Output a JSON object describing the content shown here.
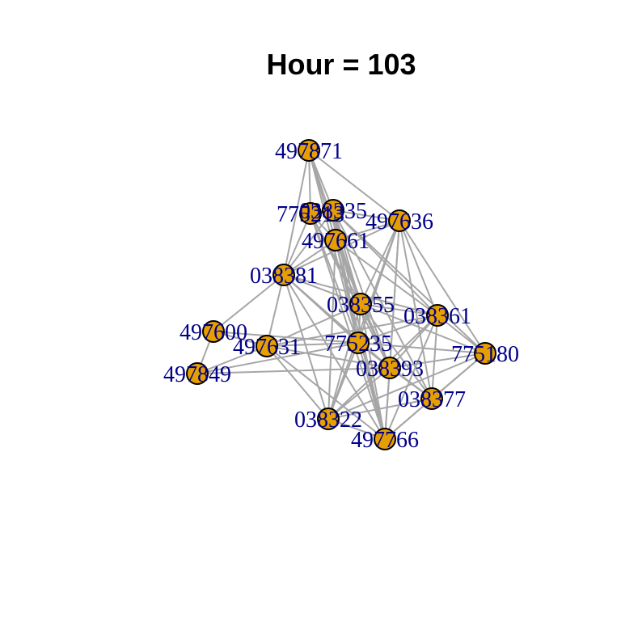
{
  "title": "Hour = 103",
  "colors": {
    "node_fill": "#E69F00",
    "node_stroke": "#000000",
    "edge": "#A6A6A6",
    "label": "#00008B",
    "background": "#FFFFFF"
  },
  "nodes": [
    {
      "id": "497871",
      "label": "497871"
    },
    {
      "id": "775213",
      "label": "775213"
    },
    {
      "id": "038335",
      "label": "038335"
    },
    {
      "id": "497636",
      "label": "497636"
    },
    {
      "id": "497661",
      "label": "497661"
    },
    {
      "id": "038381",
      "label": "038381"
    },
    {
      "id": "038355",
      "label": "038355"
    },
    {
      "id": "038361",
      "label": "038361"
    },
    {
      "id": "497600",
      "label": "497600"
    },
    {
      "id": "497631",
      "label": "497631"
    },
    {
      "id": "775235",
      "label": "775235"
    },
    {
      "id": "775180",
      "label": "775180"
    },
    {
      "id": "497849",
      "label": "497849"
    },
    {
      "id": "038393",
      "label": "038393"
    },
    {
      "id": "038377",
      "label": "038377"
    },
    {
      "id": "038322",
      "label": "038322"
    },
    {
      "id": "497766",
      "label": "497766"
    }
  ],
  "edges": [
    [
      "497871",
      "775213"
    ],
    [
      "497871",
      "038335"
    ],
    [
      "497871",
      "497661"
    ],
    [
      "497871",
      "497636"
    ],
    [
      "497871",
      "038381"
    ],
    [
      "497871",
      "038355"
    ],
    [
      "497871",
      "775235"
    ],
    [
      "775213",
      "038335"
    ],
    [
      "775213",
      "497661"
    ],
    [
      "775213",
      "038381"
    ],
    [
      "775213",
      "038355"
    ],
    [
      "775213",
      "775235"
    ],
    [
      "775213",
      "038393"
    ],
    [
      "775213",
      "497766"
    ],
    [
      "038335",
      "497636"
    ],
    [
      "038335",
      "497661"
    ],
    [
      "038335",
      "038381"
    ],
    [
      "038335",
      "038355"
    ],
    [
      "038335",
      "038361"
    ],
    [
      "038335",
      "775235"
    ],
    [
      "038335",
      "038393"
    ],
    [
      "038335",
      "038377"
    ],
    [
      "038335",
      "775180"
    ],
    [
      "038335",
      "497766"
    ],
    [
      "497636",
      "497661"
    ],
    [
      "497636",
      "038381"
    ],
    [
      "497636",
      "038355"
    ],
    [
      "497636",
      "038361"
    ],
    [
      "497636",
      "775235"
    ],
    [
      "497636",
      "038393"
    ],
    [
      "497636",
      "038377"
    ],
    [
      "497636",
      "775180"
    ],
    [
      "497636",
      "497766"
    ],
    [
      "497636",
      "038322"
    ],
    [
      "497661",
      "038381"
    ],
    [
      "497661",
      "038355"
    ],
    [
      "497661",
      "038361"
    ],
    [
      "497661",
      "775235"
    ],
    [
      "497661",
      "038393"
    ],
    [
      "497661",
      "038322"
    ],
    [
      "497661",
      "497766"
    ],
    [
      "038381",
      "497600"
    ],
    [
      "038381",
      "497631"
    ],
    [
      "038381",
      "038355"
    ],
    [
      "038381",
      "775235"
    ],
    [
      "038381",
      "038393"
    ],
    [
      "038381",
      "038322"
    ],
    [
      "038381",
      "497766"
    ],
    [
      "038381",
      "038361"
    ],
    [
      "038355",
      "038361"
    ],
    [
      "038355",
      "775235"
    ],
    [
      "038355",
      "038393"
    ],
    [
      "038355",
      "038322"
    ],
    [
      "038355",
      "497766"
    ],
    [
      "038355",
      "038377"
    ],
    [
      "038355",
      "775180"
    ],
    [
      "038361",
      "775235"
    ],
    [
      "038361",
      "038393"
    ],
    [
      "038361",
      "038322"
    ],
    [
      "038361",
      "497766"
    ],
    [
      "038361",
      "775180"
    ],
    [
      "038361",
      "038377"
    ],
    [
      "497600",
      "497631"
    ],
    [
      "497600",
      "497849"
    ],
    [
      "497600",
      "775235"
    ],
    [
      "497631",
      "497849"
    ],
    [
      "497631",
      "775235"
    ],
    [
      "497631",
      "038393"
    ],
    [
      "497631",
      "038322"
    ],
    [
      "497631",
      "497766"
    ],
    [
      "497631",
      "038355"
    ],
    [
      "497631",
      "038361"
    ],
    [
      "497849",
      "775235"
    ],
    [
      "497849",
      "038393"
    ],
    [
      "775235",
      "038393"
    ],
    [
      "775235",
      "038377"
    ],
    [
      "775235",
      "038322"
    ],
    [
      "775235",
      "497766"
    ],
    [
      "775235",
      "775180"
    ],
    [
      "038393",
      "775180"
    ],
    [
      "038393",
      "038377"
    ],
    [
      "038393",
      "038322"
    ],
    [
      "038393",
      "497766"
    ],
    [
      "775180",
      "038377"
    ],
    [
      "775180",
      "038322"
    ],
    [
      "775180",
      "497766"
    ],
    [
      "038377",
      "038322"
    ],
    [
      "038377",
      "497766"
    ],
    [
      "038322",
      "497766"
    ]
  ]
}
